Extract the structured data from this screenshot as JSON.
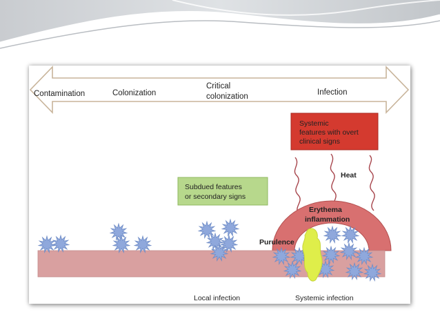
{
  "stages": {
    "contamination": "Contamination",
    "colonization": "Colonization",
    "critical_line1": "Critical",
    "critical_line2": "colonization",
    "infection": "Infection"
  },
  "boxes": {
    "subdued_line1": "Subdued features",
    "subdued_line2": "or secondary signs",
    "systemic_line1": "Systemic",
    "systemic_line2": "features with overt",
    "systemic_line3": "clinical signs"
  },
  "annotations": {
    "heat": "Heat",
    "erythema": "Erythema",
    "inflammation": "inflammation",
    "purulence": "Purulence"
  },
  "bottom_labels": {
    "local": "Local infection",
    "systemic": "Systemic infection"
  },
  "colors": {
    "arrow_fill": "#ffffff",
    "arrow_stroke": "#c8b49a",
    "tissue": "#d9a0a0",
    "bacteria": "#8fa8dc",
    "subdued_box": "#b7d88c",
    "systemic_box": "#d43a2f",
    "arch": "#d87070",
    "pus": "#dfee4a"
  }
}
